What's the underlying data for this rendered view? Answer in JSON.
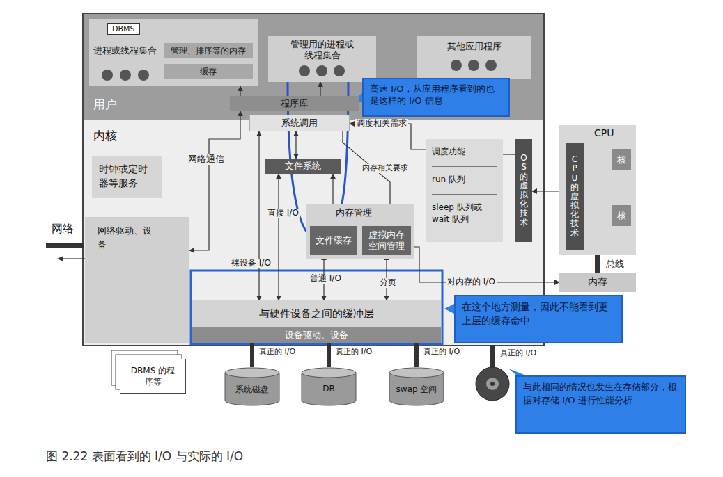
{
  "diagram": {
    "caption": "图 2.22 表面看到的 I/O 与实际的 I/O",
    "nodes": [
      {
        "text": [
          "用户"
        ]
      },
      {
        "text": [
          "DBMS",
          "进程或线程集合"
        ],
        "in": 0
      },
      {
        "text": [
          "管理、排序等的内存"
        ],
        "in": 1
      },
      {
        "text": [
          "缓存"
        ],
        "in": 1
      },
      {
        "text": [
          "管理用的进程或线程集合"
        ],
        "in": 0
      },
      {
        "text": [
          "其他应用程序"
        ],
        "in": 0
      },
      {
        "text": [
          "程序库"
        ],
        "in": 0
      },
      {
        "text": [
          "高速 I/O，从应用程序看到的也是这样的 I/O 信息"
        ]
      },
      {
        "text": [
          "内核"
        ]
      },
      {
        "text": [
          "系统调用"
        ],
        "in": 8
      },
      {
        "text": [
          "时钟或定时器等服务"
        ],
        "in": 8
      },
      {
        "text": [
          "文件系统"
        ],
        "in": 8
      },
      {
        "text": [
          "内存管理"
        ],
        "in": 8
      },
      {
        "text": [
          "文件缓存"
        ],
        "in": 12
      },
      {
        "text": [
          "虚拟内存空间管理"
        ],
        "in": 12
      },
      {
        "text": [
          "调度功能",
          "run 队列",
          "sleep 队列或 wait 队列"
        ],
        "in": 8
      },
      {
        "text": [
          "OS 的虚拟化技术"
        ],
        "in": 8
      },
      {
        "text": [
          "网络驱动、设备"
        ],
        "in": 8
      },
      {
        "text": [
          "与硬件设备之间的缓冲层"
        ],
        "in": 8
      },
      {
        "text": [
          "设备驱动、设备"
        ],
        "in": 8
      },
      {
        "text": [
          "CPU"
        ]
      },
      {
        "text": [
          "CPU 的虚拟化技术"
        ],
        "in": 20
      },
      {
        "text": [
          "核"
        ],
        "in": 20
      },
      {
        "text": [
          "核"
        ],
        "in": 20
      },
      {
        "text": [
          "内存"
        ]
      },
      {
        "text": [
          "在这个地方测量，因此不能看到更上层的缓存命中"
        ]
      },
      {
        "text": [
          "DBMS 的程序等"
        ]
      },
      {
        "text": [
          "系统磁盘"
        ]
      },
      {
        "text": [
          "DB"
        ]
      },
      {
        "text": [
          "swap 空间"
        ]
      },
      {
        "text": [
          "与此相同的情况也发生在存储部分，根据对存储 I/O 进行性能分析"
        ]
      }
    ],
    "edges": [
      {
        "from": 6,
        "to": 1,
        "arrow": "to"
      },
      {
        "from": 6,
        "to": 4,
        "arrow": "to"
      },
      {
        "from": 6,
        "to": 17,
        "label": "网络通信",
        "arrow": "both"
      },
      {
        "from": 15,
        "to": 9,
        "label": "调度相关需求",
        "arrow": "to"
      },
      {
        "from": 9,
        "to": 11,
        "arrow": "both"
      },
      {
        "from": 9,
        "to": 18,
        "label": "裸设备 I/O",
        "arrow": "both"
      },
      {
        "from": 11,
        "to": 18,
        "label": "直接 I/O",
        "arrow": "both"
      },
      {
        "from": 11,
        "to": 13,
        "arrow": "both"
      },
      {
        "from": 9,
        "to": 14,
        "label": "内存相关要求",
        "arrow": "to"
      },
      {
        "from": 13,
        "to": 18,
        "label": "普通 I/O",
        "arrow": "both"
      },
      {
        "from": 14,
        "to": 18,
        "label": "分页",
        "arrow": "both"
      },
      {
        "from": 14,
        "to": 24,
        "label": "对内存的 I/O",
        "arrow": "to"
      },
      {
        "from": 15,
        "to": 16,
        "arrow": "none"
      },
      {
        "from": 16,
        "to": 21,
        "arrow": "both"
      },
      {
        "from": 20,
        "to": 24,
        "label": "总线",
        "arrow": "none"
      },
      {
        "from": 19,
        "to": 27,
        "label": "真正的 I/O",
        "arrow": "none"
      },
      {
        "from": 19,
        "to": 28,
        "label": "真正的 I/O",
        "arrow": "none"
      },
      {
        "from": 19,
        "to": 29,
        "label": "真正的 I/O",
        "arrow": "none"
      },
      {
        "from": 21,
        "to": 22,
        "arrow": "both"
      },
      {
        "from": 21,
        "to": 23,
        "arrow": "both"
      }
    ],
    "labels": [
      "网络",
      "真正的 I/O"
    ]
  }
}
